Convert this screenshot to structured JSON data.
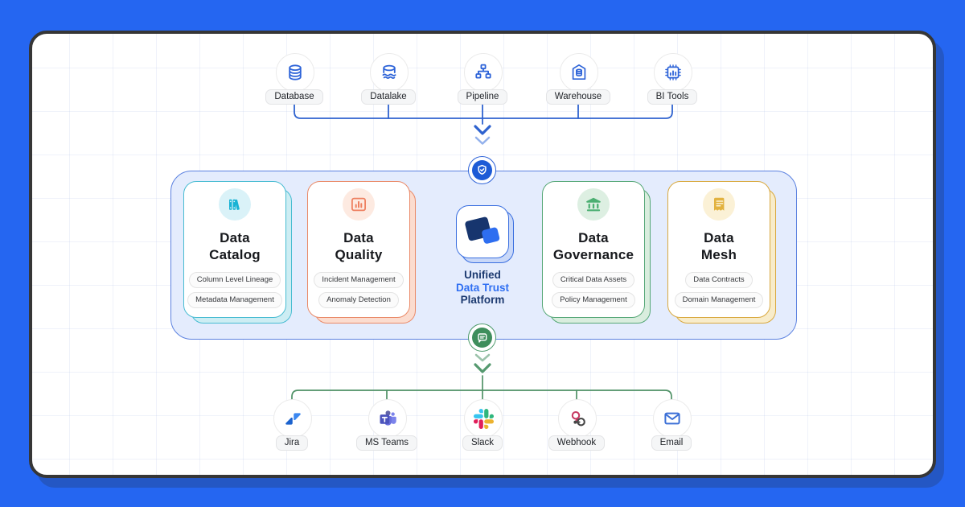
{
  "sources": {
    "items": [
      {
        "label": "Database",
        "icon": "database-icon"
      },
      {
        "label": "Datalake",
        "icon": "datalake-icon"
      },
      {
        "label": "Pipeline",
        "icon": "pipeline-icon"
      },
      {
        "label": "Warehouse",
        "icon": "warehouse-icon"
      },
      {
        "label": "BI Tools",
        "icon": "bi-tools-icon"
      }
    ]
  },
  "platform": {
    "name_line1": "Unified",
    "name_line2": "Data Trust",
    "name_line3": "Platform",
    "badges": {
      "top": "shield-check-icon",
      "bottom": "chat-icon"
    },
    "modules": [
      {
        "title_line1": "Data",
        "title_line2": "Catalog",
        "icon": "library-icon",
        "accent": "#48bcd2",
        "pills": [
          "Column Level Lineage",
          "Metadata Management"
        ]
      },
      {
        "title_line1": "Data",
        "title_line2": "Quality",
        "icon": "bar-chart-icon",
        "accent": "#ea8a68",
        "pills": [
          "Incident Management",
          "Anomaly Detection"
        ]
      },
      {
        "title_line1": "Data",
        "title_line2": "Governance",
        "icon": "bank-icon",
        "accent": "#57a878",
        "pills": [
          "Critical Data Assets",
          "Policy Management"
        ]
      },
      {
        "title_line1": "Data",
        "title_line2": "Mesh",
        "icon": "receipt-icon",
        "accent": "#d9a93f",
        "pills": [
          "Data Contracts",
          "Domain Management"
        ]
      }
    ]
  },
  "integrations": {
    "items": [
      {
        "label": "Jira",
        "icon": "jira-icon"
      },
      {
        "label": "MS Teams",
        "icon": "ms-teams-icon"
      },
      {
        "label": "Slack",
        "icon": "slack-icon"
      },
      {
        "label": "Webhook",
        "icon": "webhook-icon"
      },
      {
        "label": "Email",
        "icon": "email-icon"
      }
    ]
  },
  "colors": {
    "background": "#2566f1",
    "frame_border": "#363636",
    "frame_shadow": "#2457c4",
    "connector_blue": "#2e62cf",
    "connector_green": "#4f9166",
    "container_fill": "#e4ecfd",
    "container_border": "#5b81e0",
    "brand_navy": "#17356e",
    "brand_blue": "#2e6ef0"
  }
}
